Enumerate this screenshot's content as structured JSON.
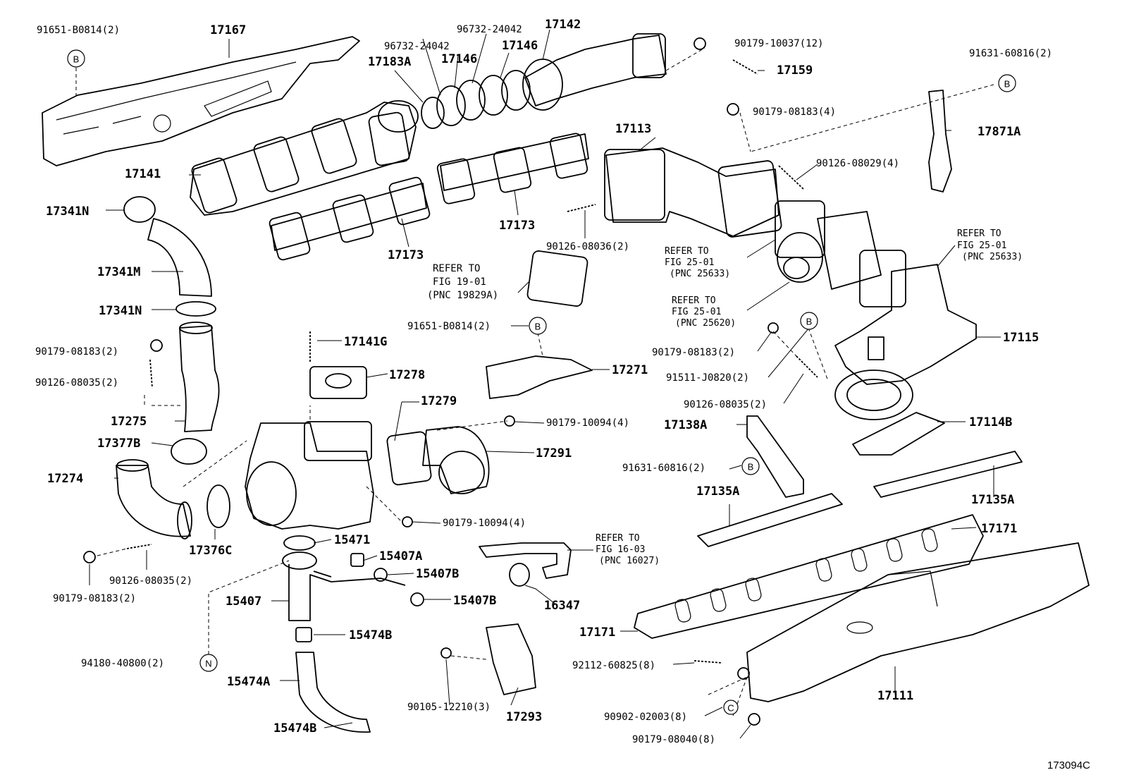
{
  "diagram": {
    "figure_code": "173094C",
    "parts": {
      "p17167": "17167",
      "p91651_b0814_top": "91651-B0814(2)",
      "p96732_24042_a": "96732-24042",
      "p96732_24042_b": "96732-24042",
      "p17142": "17142",
      "p17146_a": "17146",
      "p17146_b": "17146",
      "p17183a": "17183A",
      "p90179_10037": "90179-10037(12)",
      "p17159": "17159",
      "p91631_60816_top": "91631-60816(2)",
      "p90179_08183_top": "90179-08183(4)",
      "p17871a": "17871A",
      "p17113": "17113",
      "p90126_08029": "90126-08029(4)",
      "p17141": "17141",
      "p17341n_top": "17341N",
      "p17173_right": "17173",
      "p17173_left": "17173",
      "p90126_08036": "90126-08036(2)",
      "p17341m": "17341M",
      "p17341n_mid": "17341N",
      "p90179_08183_left": "90179-08183(2)",
      "p90126_08035_left": "90126-08035(2)",
      "p17275": "17275",
      "p17377b": "17377B",
      "p17274": "17274",
      "p17376c": "17376C",
      "p90126_08035_bottom": "90126-08035(2)",
      "p90179_08183_bottom": "90179-08183(2)",
      "p91651_b0814_mid": "91651-B0814(2)",
      "p17141g": "17141G",
      "p17278": "17278",
      "p17279": "17279",
      "p17271": "17271",
      "p90179_10094_upper": "90179-10094(4)",
      "p17291": "17291",
      "p90179_10094_lower": "90179-10094(4)",
      "p15471": "15471",
      "p15407a": "15407A",
      "p15407b_a": "15407B",
      "p15407b_b": "15407B",
      "p15407": "15407",
      "p15474b_upper": "15474B",
      "p94180_40800": "94180-40800(2)",
      "p15474a": "15474A",
      "p15474b_lower": "15474B",
      "p16347": "16347",
      "p90105_12210": "90105-12210(3)",
      "p17293": "17293",
      "p17115": "17115",
      "p90179_08183_right": "90179-08183(2)",
      "p91511_j0820": "91511-J0820(2)",
      "p90126_08035_right": "90126-08035(2)",
      "p17138a": "17138A",
      "p17114b": "17114B",
      "p91631_60816_mid": "91631-60816(2)",
      "p17135a_left": "17135A",
      "p17135a_right": "17135A",
      "p17171_top": "17171",
      "p17171_left": "17171",
      "p92112_60825": "92112-60825(8)",
      "p17111": "17111",
      "p90902_02003": "90902-02003(8)",
      "p90179_08040": "90179-08040(8)"
    },
    "refs": {
      "r19_01": [
        "REFER TO",
        "FIG 19-01",
        "(PNC 19829A)"
      ],
      "r25_01_a": [
        "REFER TO",
        "FIG 25-01",
        "(PNC 25633)"
      ],
      "r25_01_b": [
        "REFER TO",
        "FIG 25-01",
        "(PNC 25633)"
      ],
      "r25_01_c": [
        "REFER TO",
        "FIG 25-01",
        "(PNC 25620)"
      ],
      "r16_03": [
        "REFER TO",
        "FIG 16-03",
        "(PNC 16027)"
      ]
    },
    "tags": {
      "b": "B",
      "n": "N",
      "c": "C"
    }
  }
}
